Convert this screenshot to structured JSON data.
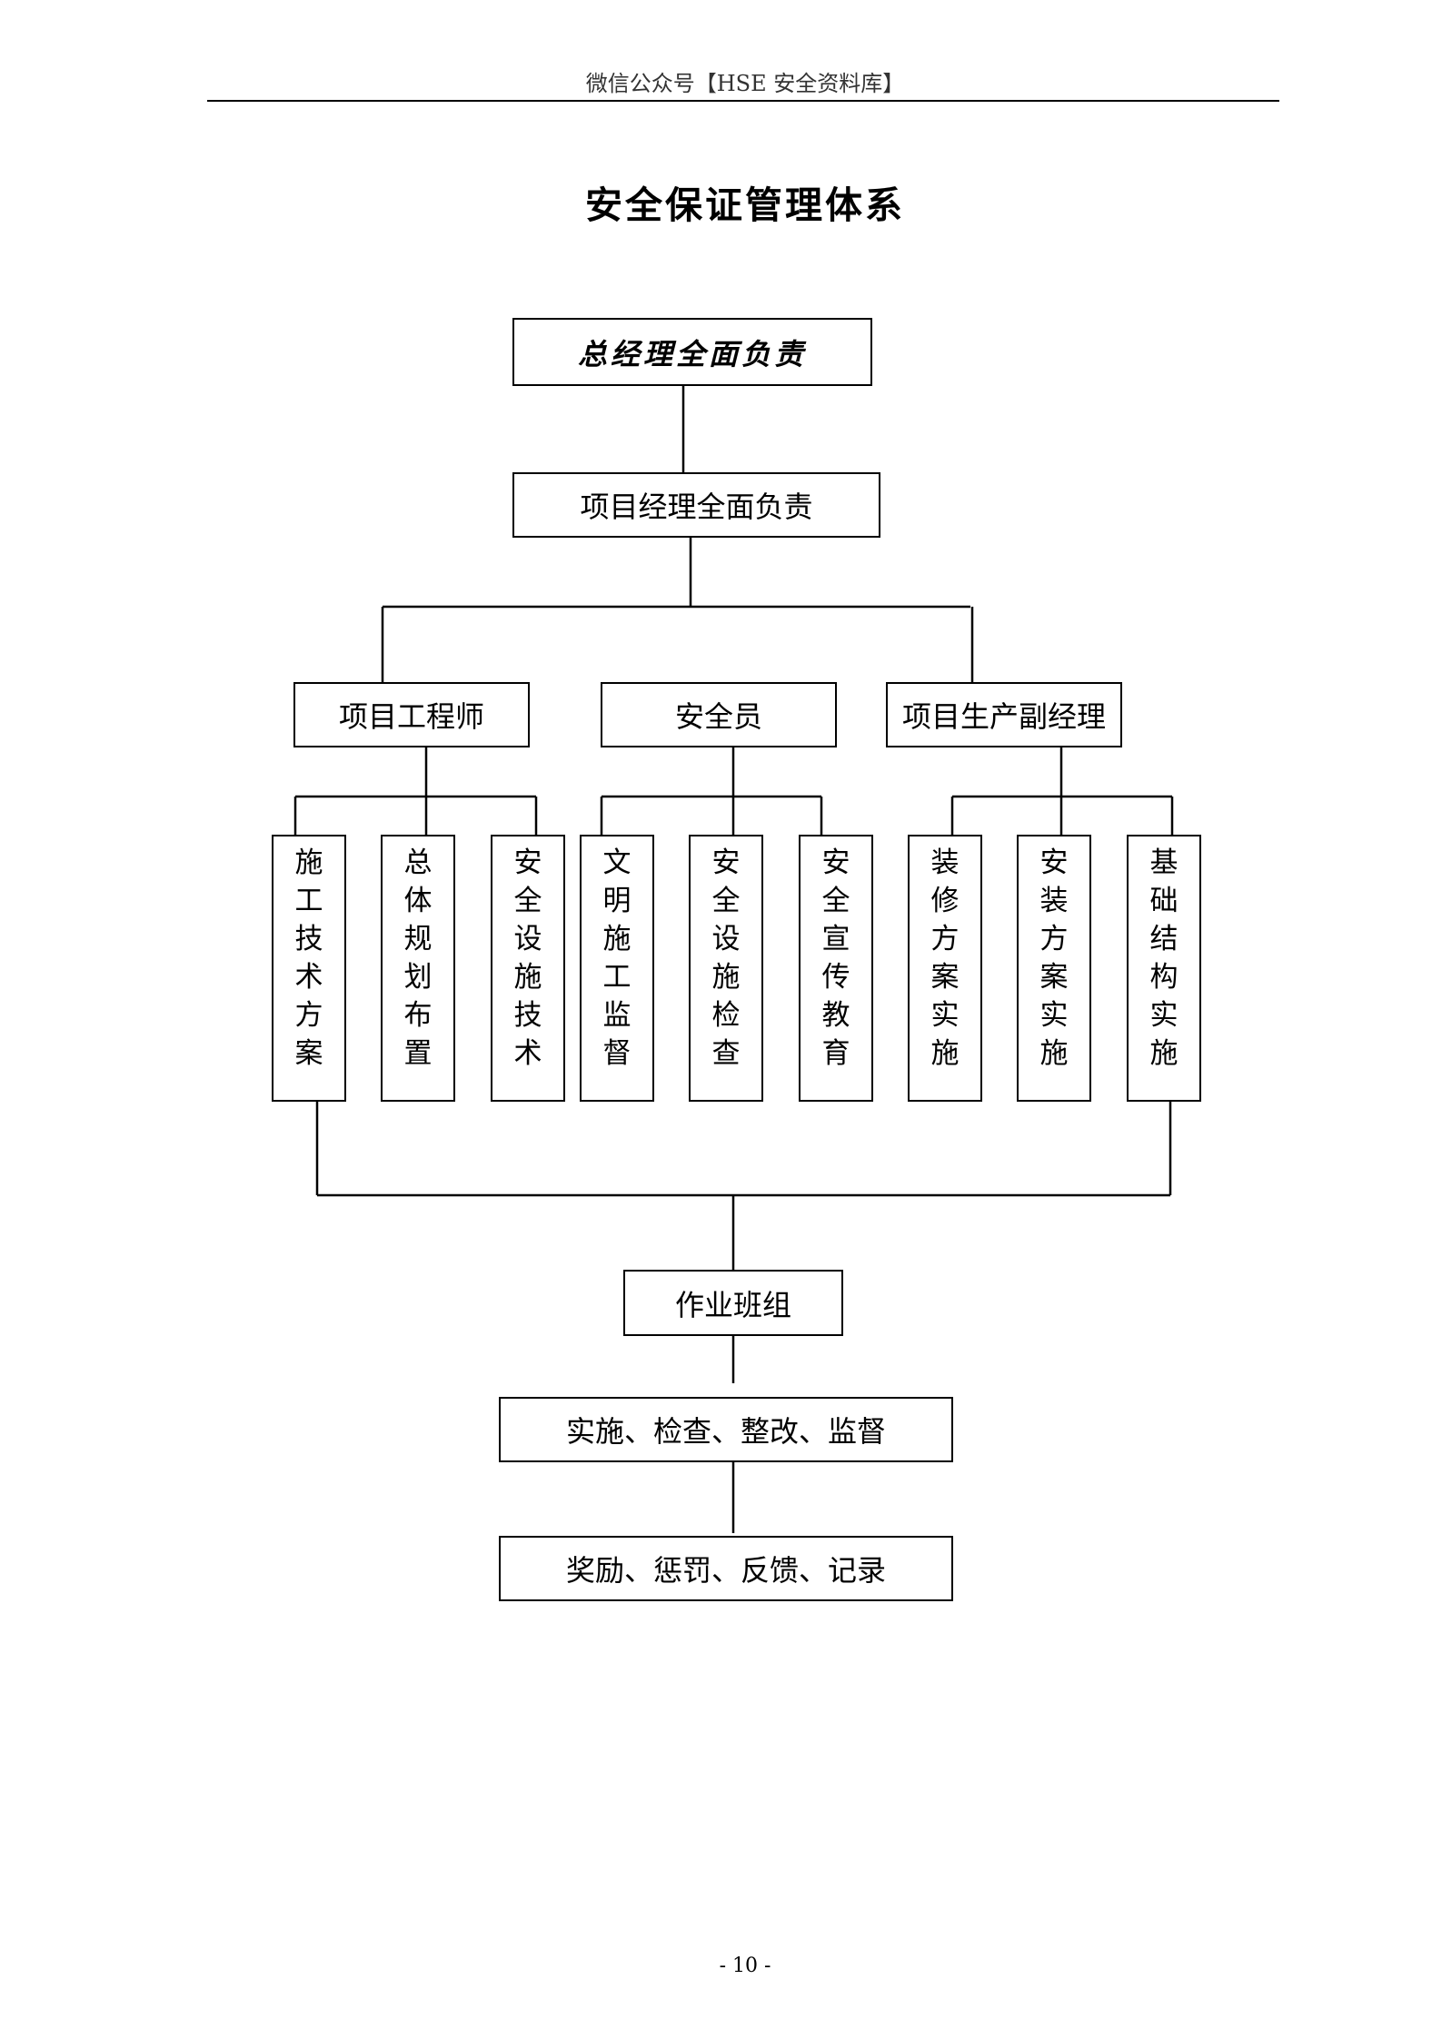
{
  "header": {
    "text": "微信公众号【HSE 安全资料库】"
  },
  "title": "安全保证管理体系",
  "nodes": {
    "ceo": "总经理全面负责",
    "pm": "项目经理全面负责",
    "engineer": "项目工程师",
    "safety_officer": "安全员",
    "deputy_pm": "项目生产副经理",
    "tasks": [
      "施工技术方案",
      "总体规划布置",
      "安全设施技术",
      "文明施工监督",
      "安全设施检查",
      "安全宣传教育",
      "装修方案实施",
      "安装方案实施",
      "基础结构实施"
    ],
    "team": "作业班组",
    "step1": "实施、检查、整改、监督",
    "step2": "奖励、惩罚、反馈、记录"
  },
  "footer": {
    "page_number": "- 10 -"
  }
}
